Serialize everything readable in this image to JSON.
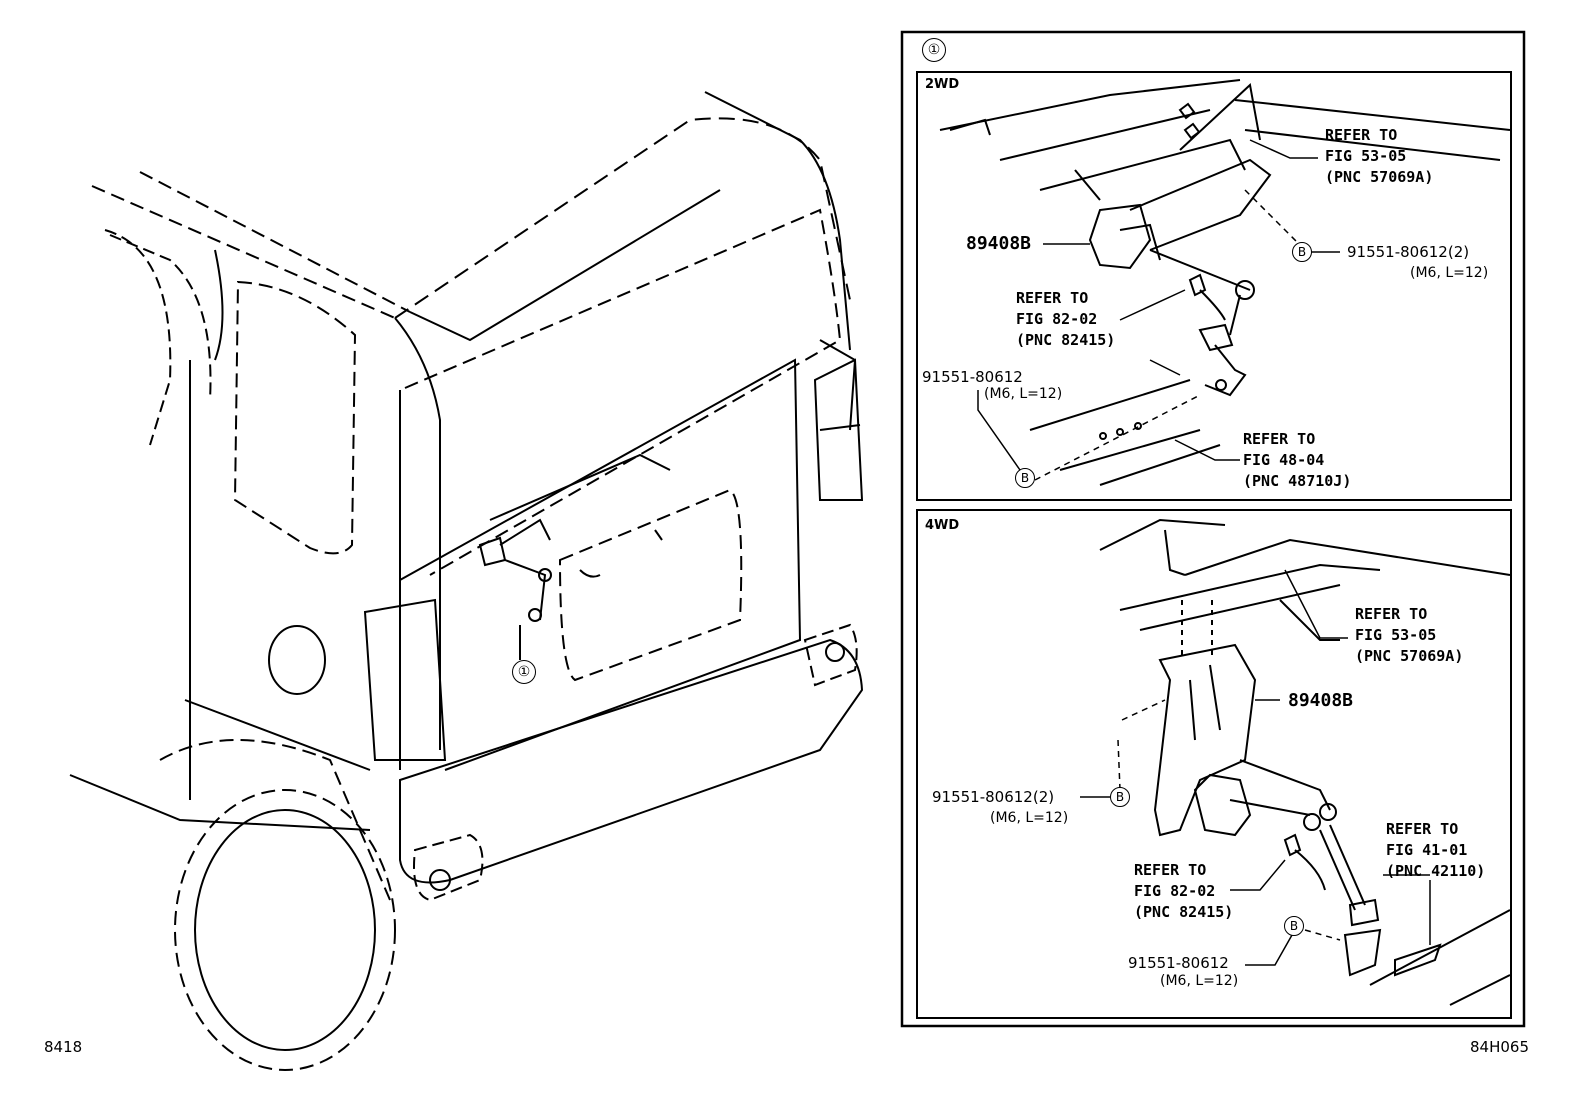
{
  "diagram": {
    "callout_main": "①",
    "callout_panel": "①",
    "panel_2wd": {
      "title": "2WD",
      "part_sensor": "89408B",
      "ref_top": [
        "REFER TO",
        "FIG 53-05",
        "(PNC 57069A)"
      ],
      "bolt_right": {
        "marker": "B",
        "part": "91551-80612(2)",
        "spec": "(M6, L=12)"
      },
      "ref_mid": [
        "REFER TO",
        "FIG 82-02",
        "(PNC 82415)"
      ],
      "bolt_left": {
        "marker": "B",
        "part": "91551-80612",
        "spec": "(M6, L=12)"
      },
      "ref_bottom": [
        "REFER TO",
        "FIG 48-04",
        "(PNC 48710J)"
      ]
    },
    "panel_4wd": {
      "title": "4WD",
      "ref_top": [
        "REFER TO",
        "FIG 53-05",
        "(PNC 57069A)"
      ],
      "part_sensor": "89408B",
      "bolt_left": {
        "marker": "B",
        "part": "91551-80612(2)",
        "spec": "(M6, L=12)"
      },
      "ref_right": [
        "REFER TO",
        "FIG 41-01",
        "(PNC 42110)"
      ],
      "ref_mid": [
        "REFER TO",
        "FIG 82-02",
        "(PNC 82415)"
      ],
      "bolt_bottom": {
        "marker": "B",
        "part": "91551-80612",
        "spec": "(M6, L=12)"
      }
    },
    "footer_left": "8418",
    "footer_right": "84H065"
  }
}
